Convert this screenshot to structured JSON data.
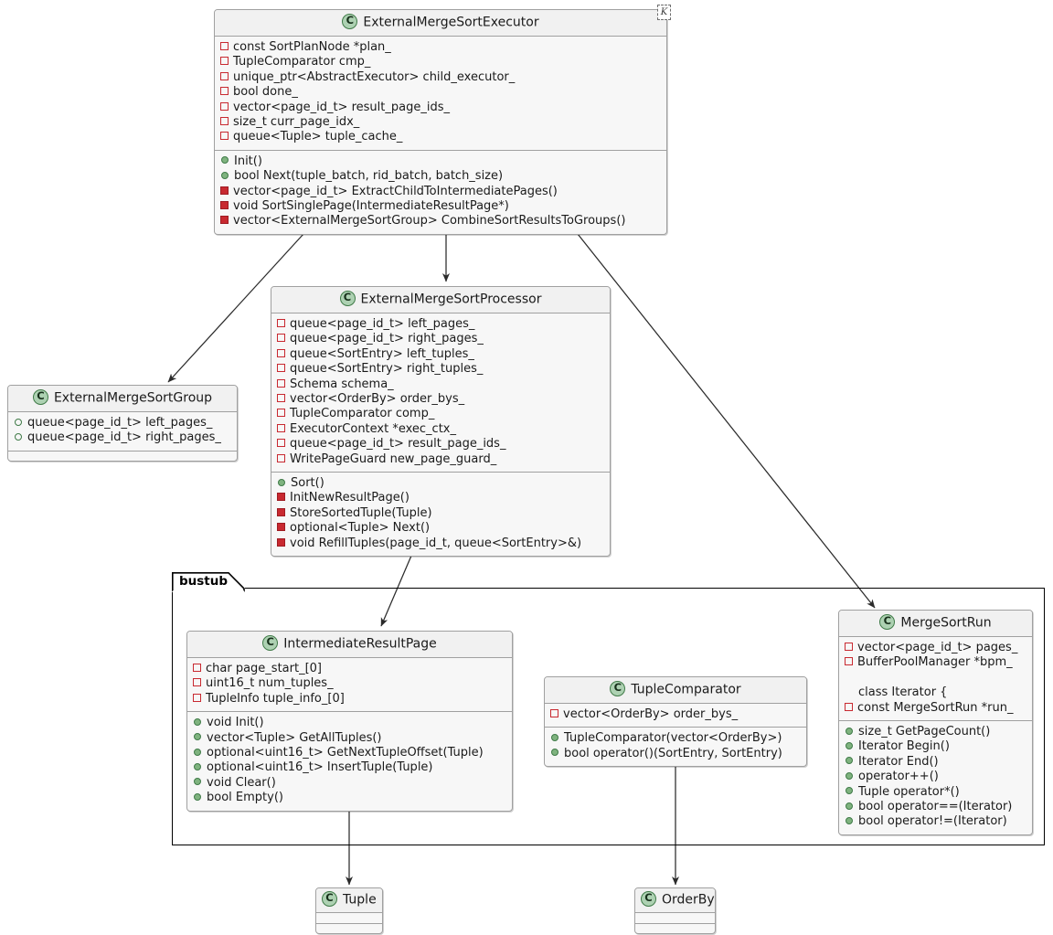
{
  "diagram": {
    "kind": "uml-class-diagram",
    "corner_marker": "K",
    "package_label": "bustub"
  },
  "classes": {
    "executor": {
      "name": "ExternalMergeSortExecutor",
      "fields": [
        {
          "vis": "priv-field",
          "text": "const SortPlanNode *plan_"
        },
        {
          "vis": "priv-field",
          "text": "TupleComparator cmp_"
        },
        {
          "vis": "priv-field",
          "text": "unique_ptr<AbstractExecutor> child_executor_"
        },
        {
          "vis": "priv-field",
          "text": "bool done_"
        },
        {
          "vis": "priv-field",
          "text": "vector<page_id_t> result_page_ids_"
        },
        {
          "vis": "priv-field",
          "text": "size_t curr_page_idx_"
        },
        {
          "vis": "priv-field",
          "text": "queue<Tuple> tuple_cache_"
        }
      ],
      "methods": [
        {
          "vis": "pub",
          "text": "Init()"
        },
        {
          "vis": "pub",
          "text": "bool Next(tuple_batch, rid_batch, batch_size)"
        },
        {
          "vis": "priv-method",
          "text": "vector<page_id_t> ExtractChildToIntermediatePages()"
        },
        {
          "vis": "priv-method",
          "text": "void SortSinglePage(IntermediateResultPage*)"
        },
        {
          "vis": "priv-method",
          "text": "vector<ExternalMergeSortGroup> CombineSortResultsToGroups()"
        }
      ]
    },
    "processor": {
      "name": "ExternalMergeSortProcessor",
      "fields": [
        {
          "vis": "priv-field",
          "text": "queue<page_id_t> left_pages_"
        },
        {
          "vis": "priv-field",
          "text": "queue<page_id_t> right_pages_"
        },
        {
          "vis": "priv-field",
          "text": "queue<SortEntry> left_tuples_"
        },
        {
          "vis": "priv-field",
          "text": "queue<SortEntry> right_tuples_"
        },
        {
          "vis": "priv-field",
          "text": "Schema schema_"
        },
        {
          "vis": "priv-field",
          "text": "vector<OrderBy> order_bys_"
        },
        {
          "vis": "priv-field",
          "text": "TupleComparator comp_"
        },
        {
          "vis": "priv-field",
          "text": "ExecutorContext *exec_ctx_"
        },
        {
          "vis": "priv-field",
          "text": "queue<page_id_t> result_page_ids_"
        },
        {
          "vis": "priv-field",
          "text": "WritePageGuard new_page_guard_"
        }
      ],
      "methods": [
        {
          "vis": "pub",
          "text": "Sort()"
        },
        {
          "vis": "priv-method",
          "text": "InitNewResultPage()"
        },
        {
          "vis": "priv-method",
          "text": "StoreSortedTuple(Tuple)"
        },
        {
          "vis": "priv-method",
          "text": "optional<Tuple> Next()"
        },
        {
          "vis": "priv-method",
          "text": "void RefillTuples(page_id_t, queue<SortEntry>&)"
        }
      ]
    },
    "group": {
      "name": "ExternalMergeSortGroup",
      "fields": [
        {
          "vis": "pkg-field",
          "text": "queue<page_id_t> left_pages_"
        },
        {
          "vis": "pkg-field",
          "text": "queue<page_id_t> right_pages_"
        }
      ],
      "methods": []
    },
    "intermediate_page": {
      "name": "IntermediateResultPage",
      "fields": [
        {
          "vis": "priv-field",
          "text": "char page_start_[0]"
        },
        {
          "vis": "priv-field",
          "text": "uint16_t num_tuples_"
        },
        {
          "vis": "priv-field",
          "text": "TupleInfo tuple_info_[0]"
        }
      ],
      "methods": [
        {
          "vis": "pub",
          "text": "void Init()"
        },
        {
          "vis": "pub",
          "text": "vector<Tuple> GetAllTuples()"
        },
        {
          "vis": "pub",
          "text": "optional<uint16_t> GetNextTupleOffset(Tuple)"
        },
        {
          "vis": "pub",
          "text": "optional<uint16_t> InsertTuple(Tuple)"
        },
        {
          "vis": "pub",
          "text": "void Clear()"
        },
        {
          "vis": "pub",
          "text": "bool Empty()"
        }
      ]
    },
    "tuple_comparator": {
      "name": "TupleComparator",
      "fields": [
        {
          "vis": "priv-field",
          "text": "vector<OrderBy> order_bys_"
        }
      ],
      "methods": [
        {
          "vis": "pub",
          "text": "TupleComparator(vector<OrderBy>)"
        },
        {
          "vis": "pub",
          "text": "bool operator()(SortEntry, SortEntry)"
        }
      ]
    },
    "merge_sort_run": {
      "name": "MergeSortRun",
      "fields": [
        {
          "vis": "priv-field",
          "text": "vector<page_id_t> pages_"
        },
        {
          "vis": "priv-field",
          "text": "BufferPoolManager *bpm_"
        },
        {
          "vis": "spacer",
          "text": ""
        },
        {
          "vis": "none",
          "text": "class Iterator {"
        },
        {
          "vis": "priv-field",
          "text": "const MergeSortRun *run_"
        }
      ],
      "methods": [
        {
          "vis": "pub",
          "text": "size_t GetPageCount()"
        },
        {
          "vis": "pub",
          "text": "Iterator Begin()"
        },
        {
          "vis": "pub",
          "text": "Iterator End()"
        },
        {
          "vis": "pub",
          "text": "operator++()"
        },
        {
          "vis": "pub",
          "text": "Tuple operator*()"
        },
        {
          "vis": "pub",
          "text": "bool operator==(Iterator)"
        },
        {
          "vis": "pub",
          "text": "bool operator!=(Iterator)"
        }
      ]
    },
    "tuple": {
      "name": "Tuple",
      "fields": [],
      "methods": []
    },
    "orderby": {
      "name": "OrderBy",
      "fields": [],
      "methods": []
    }
  },
  "edges": [
    {
      "from": "ExternalMergeSortExecutor",
      "to": "ExternalMergeSortGroup",
      "style": "solid-arrow"
    },
    {
      "from": "ExternalMergeSortExecutor",
      "to": "ExternalMergeSortProcessor",
      "style": "solid-arrow"
    },
    {
      "from": "ExternalMergeSortExecutor",
      "to": "MergeSortRun",
      "style": "solid-arrow"
    },
    {
      "from": "ExternalMergeSortProcessor",
      "to": "IntermediateResultPage",
      "style": "solid-arrow"
    },
    {
      "from": "IntermediateResultPage",
      "to": "Tuple",
      "style": "solid-arrow"
    },
    {
      "from": "TupleComparator",
      "to": "OrderBy",
      "style": "solid-arrow"
    }
  ],
  "colors": {
    "class_icon_fill": "#ADD1B2",
    "class_icon_border": "#3F7A47",
    "header_bg": "#F1F1F1",
    "body_bg": "#F7F7F7",
    "border": "#A0A0A0",
    "private_marker": "#C82930",
    "public_marker": "#7FB37F",
    "edge": "#2B2B2B",
    "frame": "#000000"
  }
}
